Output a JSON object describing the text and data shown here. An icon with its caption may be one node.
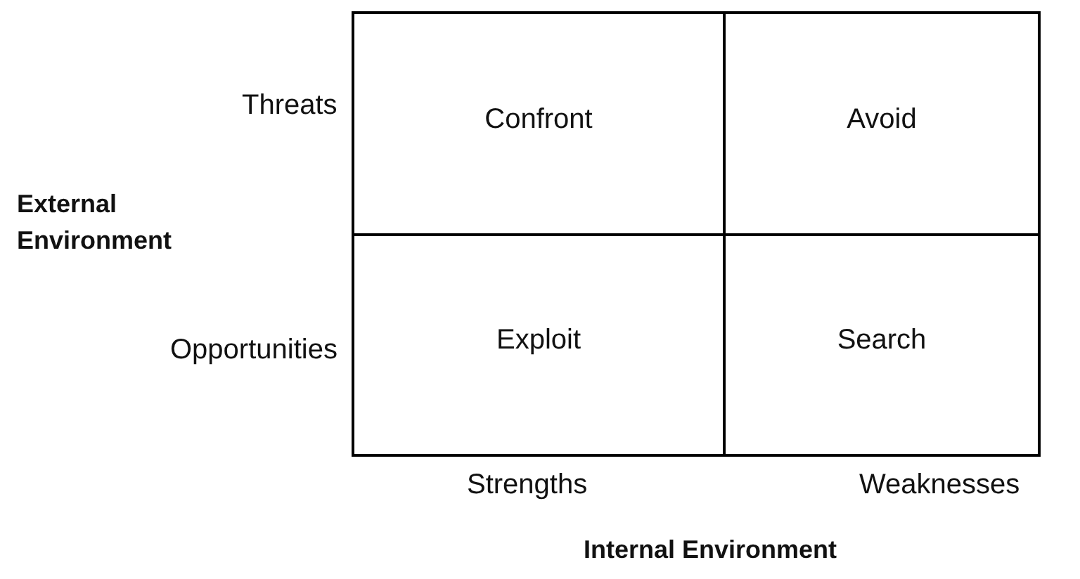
{
  "diagram": {
    "nodes": [
      {
        "text": [
          "Confront"
        ]
      },
      {
        "text": [
          "Avoid"
        ]
      },
      {
        "text": [
          "Exploit"
        ]
      },
      {
        "text": [
          "Search"
        ]
      }
    ],
    "edges": [],
    "labels": [
      "Threats",
      "External Environment",
      "Opportunities",
      "Strengths",
      "Weaknesses",
      "Internal Environment"
    ]
  }
}
